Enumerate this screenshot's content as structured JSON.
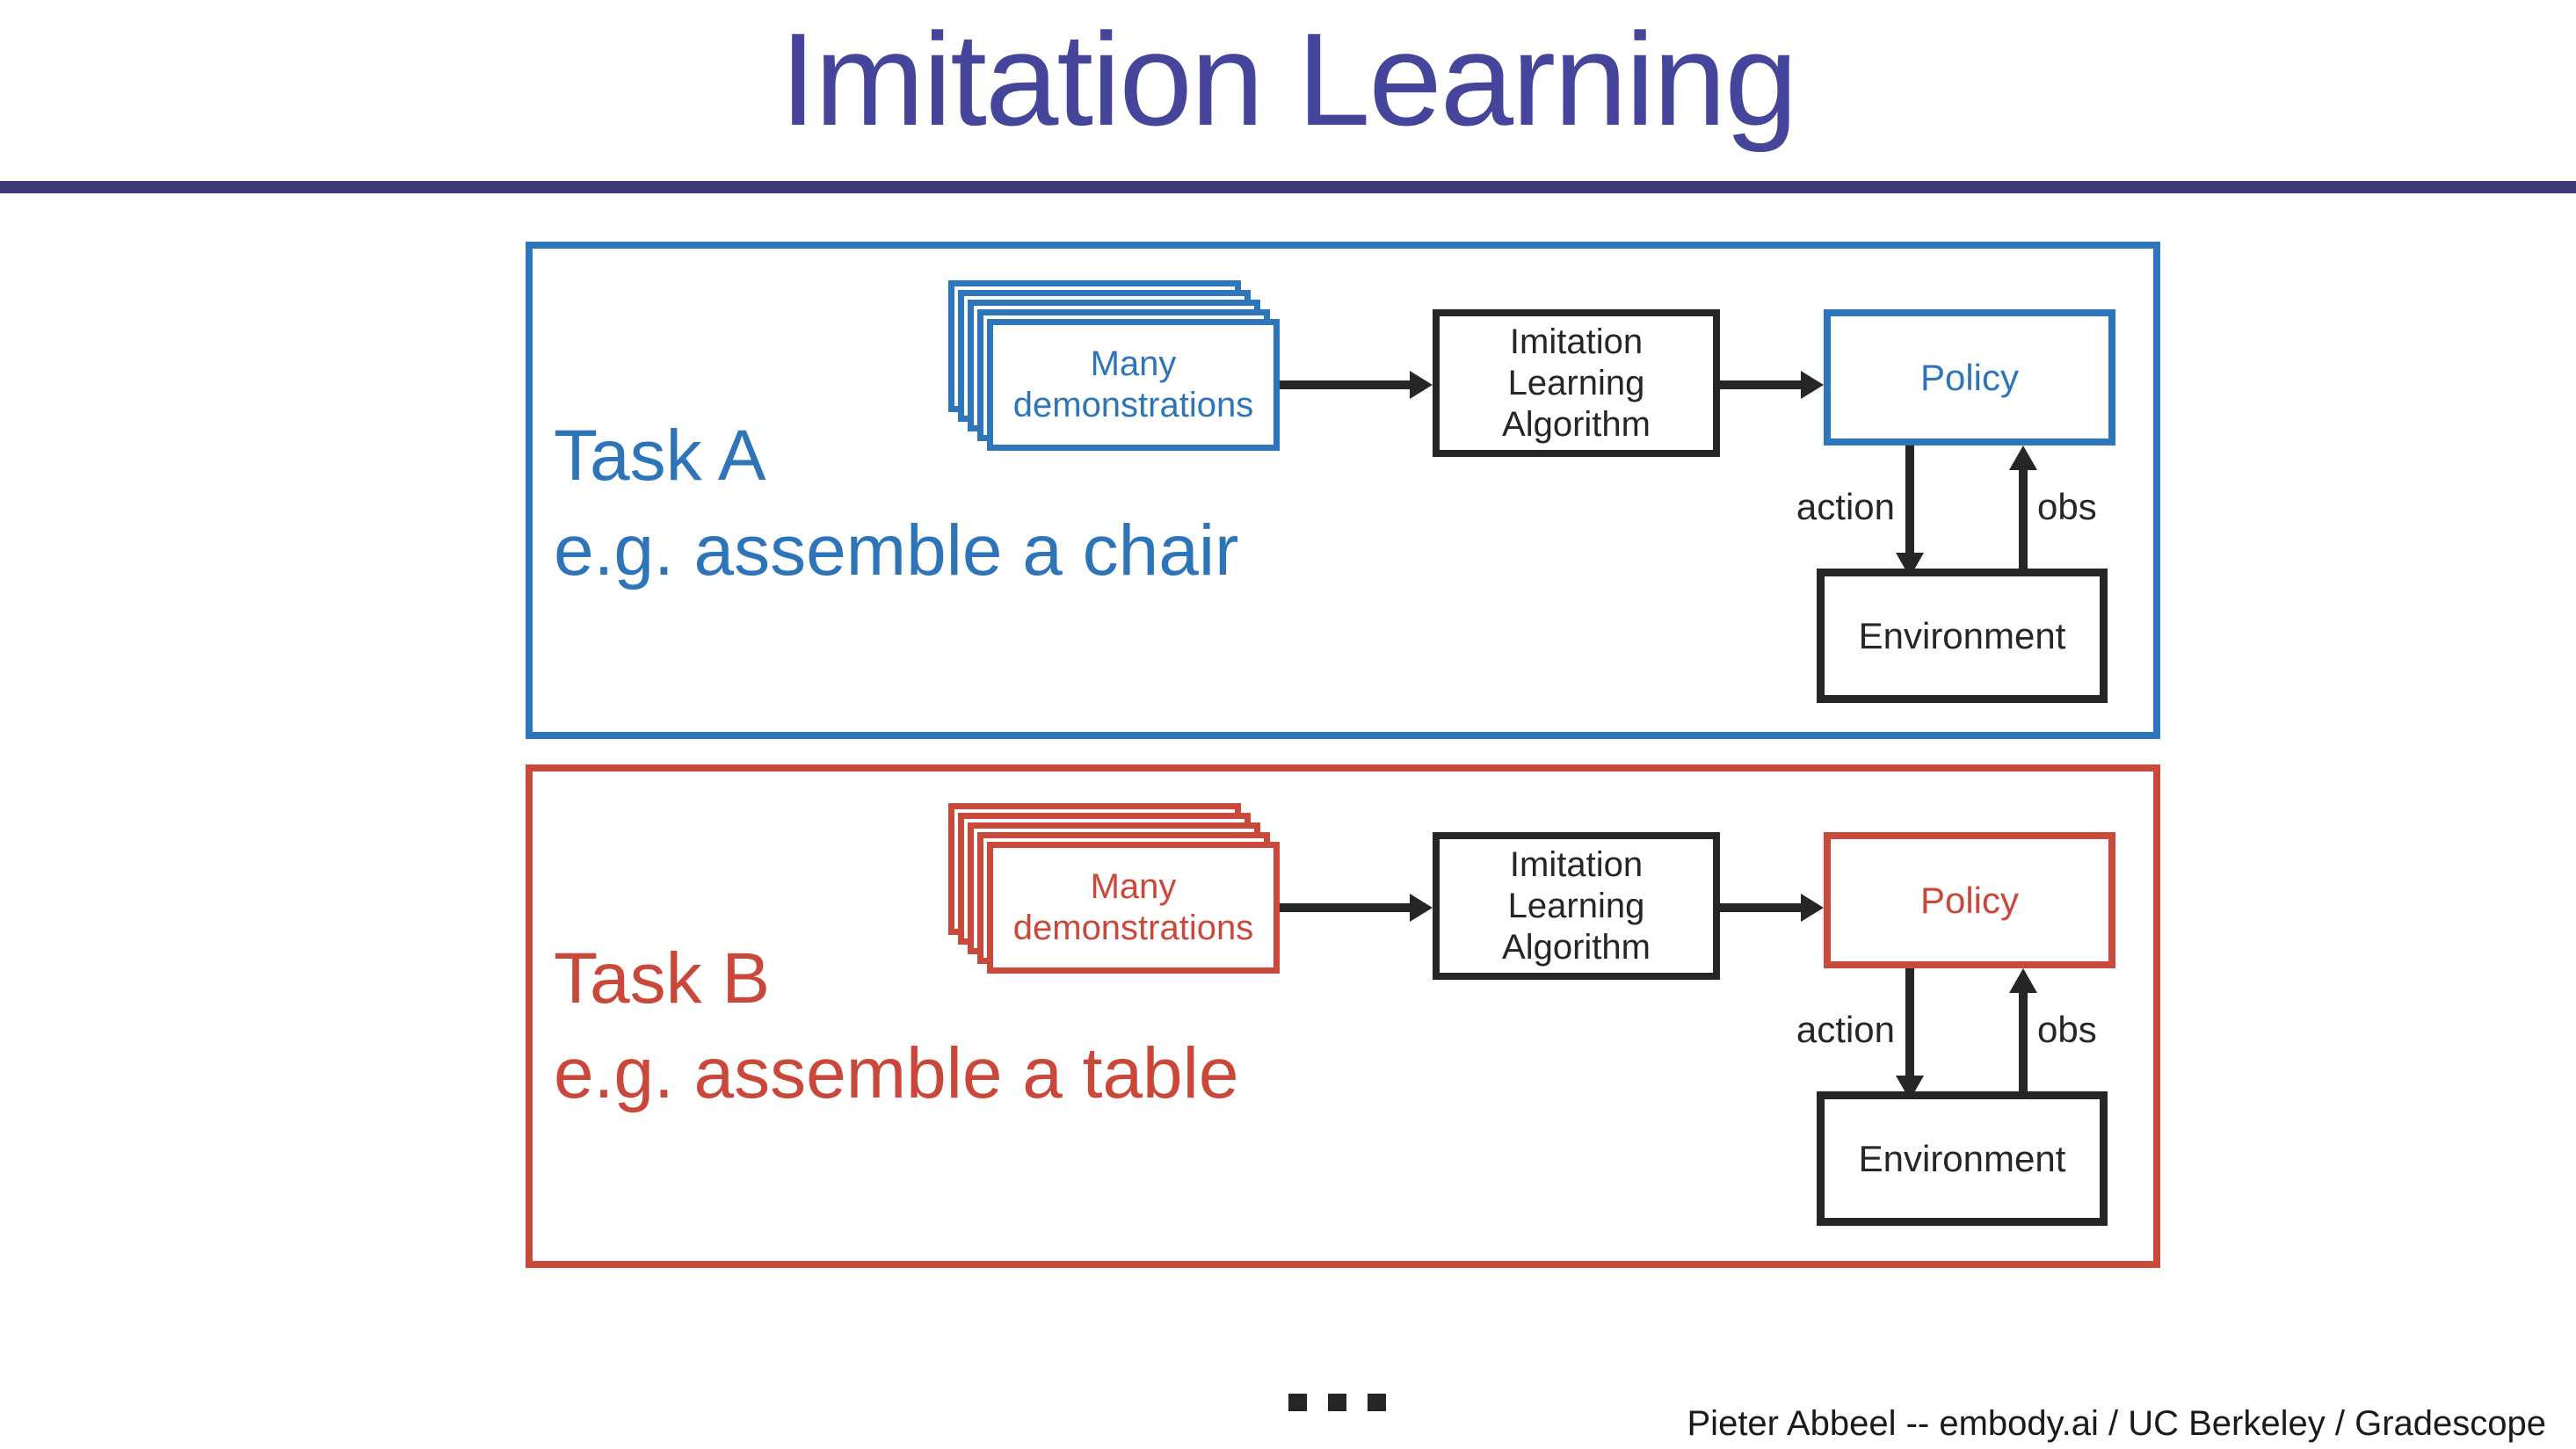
{
  "slide": {
    "title": "Imitation Learning",
    "footer": "Pieter Abbeel -- embody.ai / UC Berkeley / Gradescope"
  },
  "colors": {
    "title_text": "#45459B",
    "divider": "#3D3C78",
    "blue_accent": "#2E76BC",
    "red_accent": "#C94A3A",
    "diagram_black": "#262626"
  },
  "tasks": [
    {
      "name": "Task A",
      "example": "e.g. assemble a chair",
      "demos": {
        "line1": "Many",
        "line2": "demonstrations"
      },
      "algorithm": {
        "line1": "Imitation",
        "line2": "Learning",
        "line3": "Algorithm"
      },
      "policy": "Policy",
      "environment": "Environment",
      "action": "action",
      "obs": "obs"
    },
    {
      "name": "Task B",
      "example": "e.g. assemble a table",
      "demos": {
        "line1": "Many",
        "line2": "demonstrations"
      },
      "algorithm": {
        "line1": "Imitation",
        "line2": "Learning",
        "line3": "Algorithm"
      },
      "policy": "Policy",
      "environment": "Environment",
      "action": "action",
      "obs": "obs"
    }
  ]
}
